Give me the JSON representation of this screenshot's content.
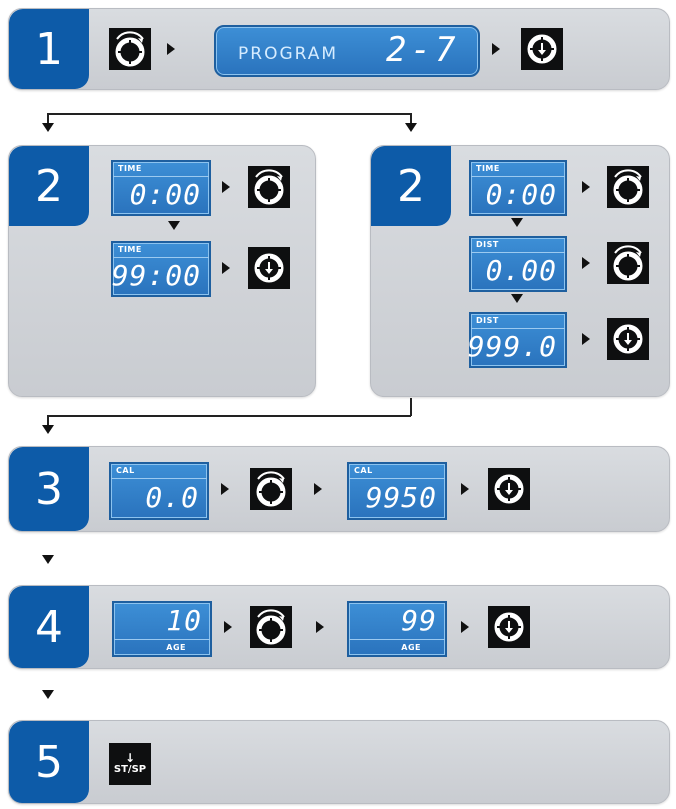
{
  "steps": [
    {
      "number": "1"
    },
    {
      "number": "2"
    },
    {
      "number": "2"
    },
    {
      "number": "3"
    },
    {
      "number": "4"
    },
    {
      "number": "5"
    }
  ],
  "step1": {
    "program_label": "PROGRAM",
    "program_range": "2-7"
  },
  "step2_left": {
    "display1": {
      "label": "TIME",
      "value": "0:00"
    },
    "display2": {
      "label": "TIME",
      "value": "99:00"
    }
  },
  "step2_right": {
    "display1": {
      "label": "TIME",
      "value": "0:00"
    },
    "display2": {
      "label": "DIST",
      "value": "0.00"
    },
    "display3": {
      "label": "DIST",
      "value": "999.0"
    }
  },
  "step3": {
    "display1": {
      "label": "CAL",
      "value": "0.0"
    },
    "display2": {
      "label": "CAL",
      "value": "9950"
    }
  },
  "step4": {
    "display1": {
      "label": "AGE",
      "value": "10"
    },
    "display2": {
      "label": "AGE",
      "value": "99"
    }
  },
  "step5": {
    "button_label": "ST/SP",
    "button_arrow": "↓"
  },
  "icons": {
    "rotate": "rotate-knob-icon",
    "press": "press-knob-icon",
    "start_stop": "start-stop-button-icon"
  },
  "colors": {
    "badge": "#0d5ba8",
    "lcd": "#3585cf",
    "panel": "#d3d6da"
  }
}
